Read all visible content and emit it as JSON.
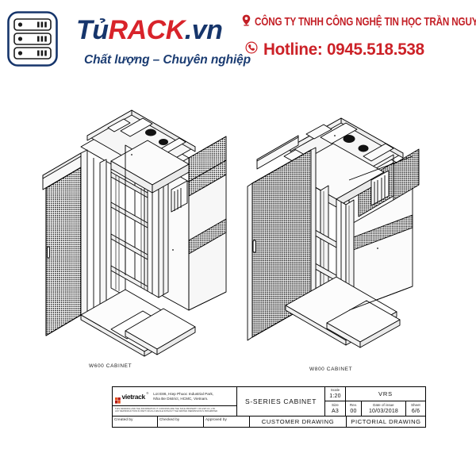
{
  "header": {
    "logo_icon": "server-rack-icon",
    "brand": {
      "part1": "Tủ",
      "part2": "RACK",
      "dot": ".",
      "part3": "vn"
    },
    "tagline": "Chất lượng – Chuyên nghiệp",
    "company_name": "CÔNG TY TNHH CÔNG NGHỆ TIN HỌC TRẦN NGUYỄN",
    "company_icon": "location-pin-icon",
    "hotline": "Hotline: 0945.518.538",
    "hotline_icon": "phone-icon",
    "colors": {
      "brand_navy": "#16356b",
      "brand_red": "#d8232a",
      "contact_red": "#cc2127"
    }
  },
  "drawing": {
    "views": [
      {
        "id": "w600",
        "caption": "W600 CABINET",
        "icon": "rack-cabinet-isometric-icon"
      },
      {
        "id": "w800",
        "caption": "W800 CABINET",
        "icon": "rack-cabinet-isometric-icon"
      }
    ]
  },
  "title_block": {
    "company": {
      "logo_name": "vietrack",
      "logo_tm": "®",
      "address_line1": "Lot E86, Hiep Phuoc Industrial Park,",
      "address_line2": "Nha Be District, HCMC, Vietnam.",
      "disclaimer_line1": "THIS DRAWING AND THE INFORMATION IT CONTAINS ARE THE SOLE PROPERTY OF HSP CO.,LTD.",
      "disclaimer_line2": "ANY REPRODUCTION IN PART OR AS A WHOLE WITHOUT THE WRITEN PERMISSION IS PROHIBITED"
    },
    "drawing_name": "S-SERIES CABINET",
    "scale_label": "Scale",
    "scale_value": "1:20",
    "size_label": "Size",
    "size_value": "A3",
    "vrs": "VRS",
    "rev_label": "Rev.",
    "rev_value": "00",
    "date_label": "Date of issue",
    "date_value": "10/03/2018",
    "sheet_label": "Sheet",
    "sheet_value": "6/6",
    "created_by": "Created by",
    "checked_by": "Checked by",
    "approved_by": "Approved by",
    "customer_drawing": "CUSTOMER DRAWING",
    "pictorial_drawing": "PICTORIAL DRAWING"
  }
}
